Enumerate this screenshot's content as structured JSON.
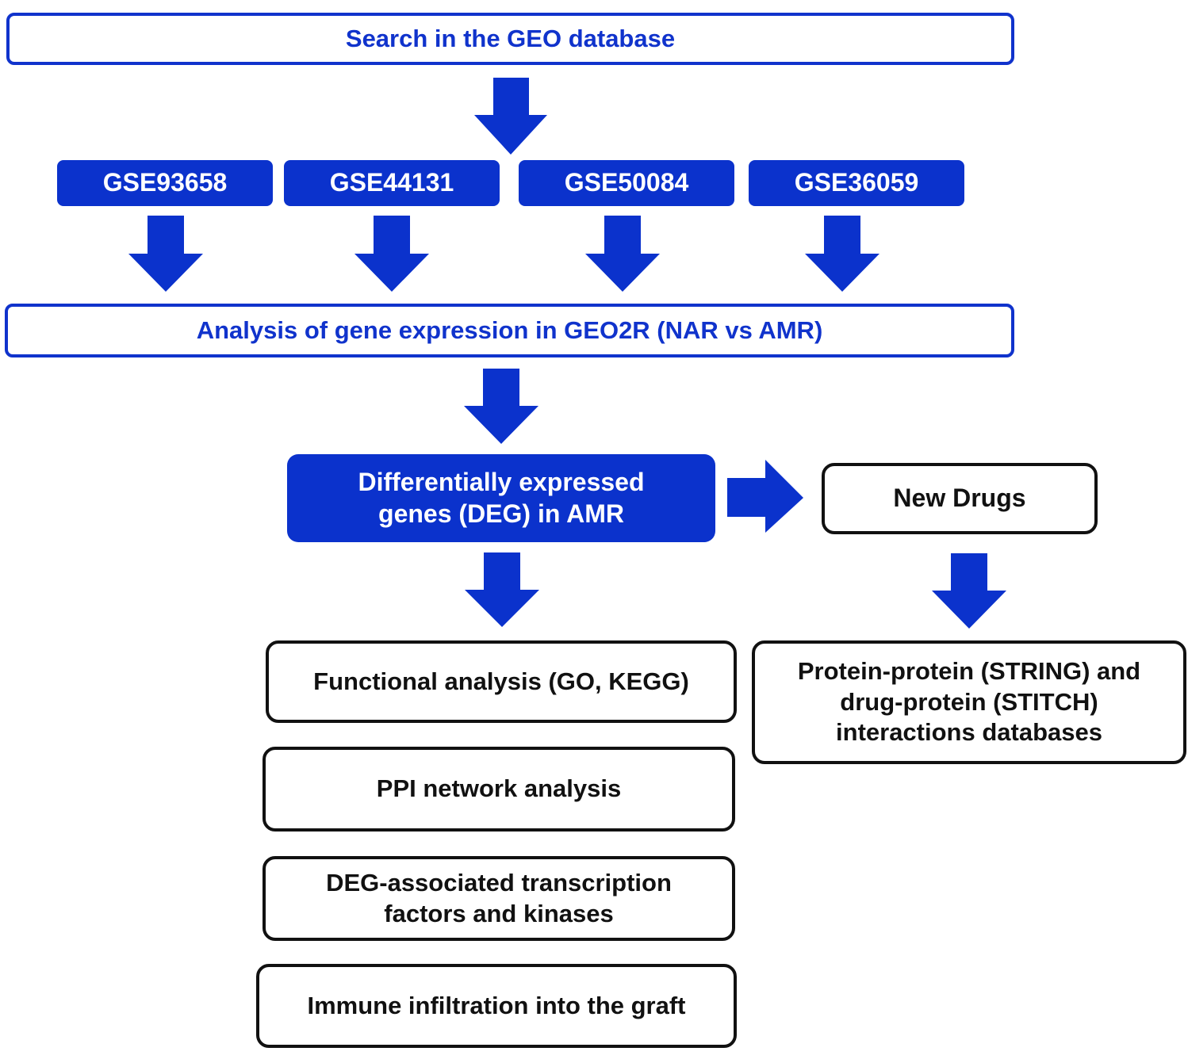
{
  "colors": {
    "accent_blue": "#0b32cc",
    "outline_blue": "#1033cc",
    "text_black": "#111111"
  },
  "search": {
    "label": "Search in the GEO database"
  },
  "datasets": [
    "GSE93658",
    "GSE44131",
    "GSE50084",
    "GSE36059"
  ],
  "geo2r": {
    "label": "Analysis of gene expression in GEO2R (NAR vs AMR)"
  },
  "deg": {
    "line1": "Differentially expressed",
    "line2": "genes (DEG) in AMR"
  },
  "new_drugs": {
    "label": "New Drugs"
  },
  "interactions": {
    "line1": "Protein-protein (STRING) and",
    "line2": "drug-protein (STITCH)",
    "line3": "interactions databases"
  },
  "functional": {
    "label": "Functional analysis (GO, KEGG)"
  },
  "ppi": {
    "label": "PPI network analysis"
  },
  "tf": {
    "line1": "DEG-associated transcription",
    "line2": "factors and kinases"
  },
  "immune": {
    "label": "Immune infiltration into the graft"
  }
}
